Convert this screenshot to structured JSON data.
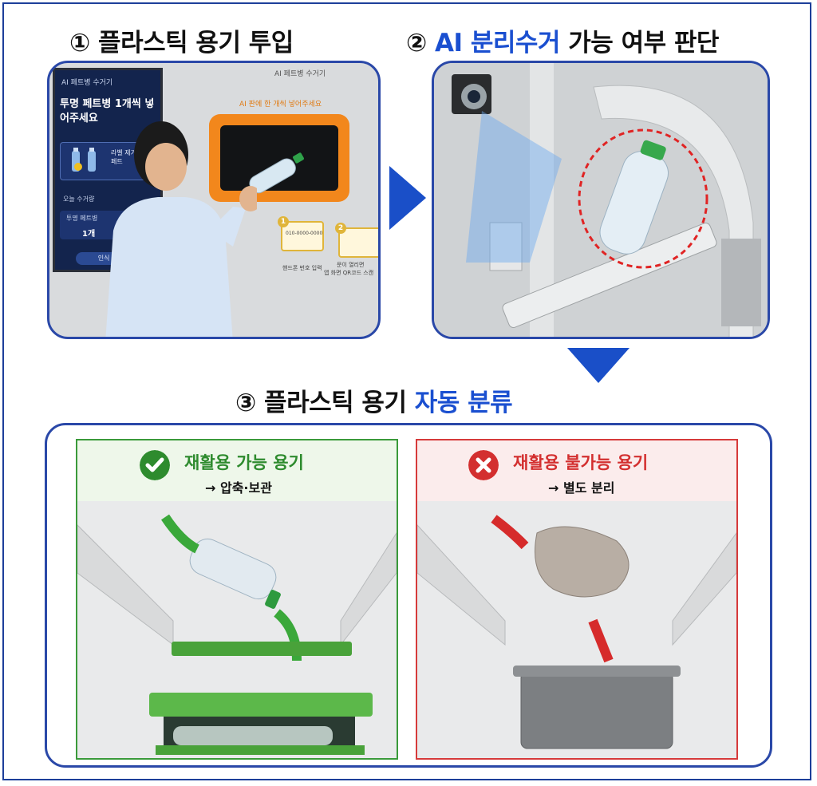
{
  "steps": {
    "step1": {
      "marker": "①",
      "title": "플라스틱 용기 투입"
    },
    "step2": {
      "marker": "②",
      "title_highlight": "AI 분리수거",
      "title_rest": "가능 여부 판단"
    },
    "step3": {
      "marker": "③",
      "title_plain": "플라스틱 용기",
      "title_highlight": "자동 분류"
    }
  },
  "kiosk": {
    "screen_header": "AI 페트병 수거기",
    "screen_message": "투명 페트병 1개씩 넣어주세요",
    "screen_box_text": "라벨 제거 투명 페트",
    "today_label": "오늘 수거량",
    "card_label": "투명 페트병",
    "card_value": "1개",
    "screen_button": "인식 중 입",
    "machine_title": "AI 페트병 수거기",
    "slot_hint": "AI 판에 한 개씩 넣어주세요",
    "step_icon_1": {
      "number": "1",
      "code": "010-0000-0000",
      "caption": "핸드폰 번호 입력"
    },
    "step_icon_2": {
      "number": "2",
      "caption_line1": "문이 열리면",
      "caption_line2": "앱 화면 QR코드 스캔"
    }
  },
  "outcomes": {
    "recyclable": {
      "title": "재활용 가능 용기",
      "note": "→ 압축·보관",
      "icon": "check-icon",
      "color": "#2e8b2e"
    },
    "non_recyclable": {
      "title": "재활용 불가능 용기",
      "note": "→ 별도 분리",
      "icon": "x-icon",
      "color": "#d32f2f"
    }
  },
  "colors": {
    "frame": "#1d3f9a",
    "highlight_text": "#1a4fd0",
    "arrow": "#1a4fc8",
    "slot": "#f2871c"
  }
}
